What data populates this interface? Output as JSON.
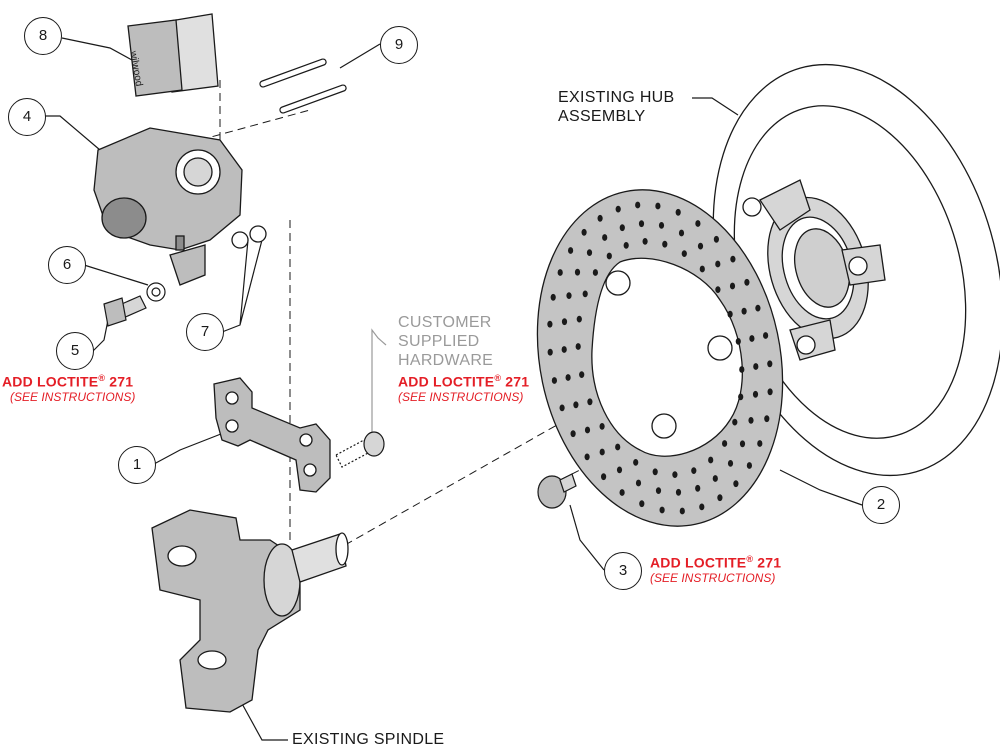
{
  "callouts": [
    {
      "id": "1",
      "number": "1"
    },
    {
      "id": "2",
      "number": "2"
    },
    {
      "id": "3",
      "number": "3"
    },
    {
      "id": "4",
      "number": "4"
    },
    {
      "id": "5",
      "number": "5"
    },
    {
      "id": "6",
      "number": "6"
    },
    {
      "id": "7",
      "number": "7"
    },
    {
      "id": "8",
      "number": "8"
    },
    {
      "id": "9",
      "number": "9"
    }
  ],
  "labels": {
    "hub_line1": "EXISTING HUB",
    "hub_line2": "ASSEMBLY",
    "customer_line1": "CUSTOMER",
    "customer_line2": "SUPPLIED",
    "customer_line3": "HARDWARE",
    "spindle": "EXISTING SPINDLE"
  },
  "notes": {
    "loctite_prefix": "ADD LOCTITE",
    "loctite_mark": "®",
    "loctite_suffix": " 271",
    "see_instructions": "(SEE INSTRUCTIONS)"
  },
  "colors": {
    "accent_red": "#e41e26",
    "part_gray": "#bdbdbd",
    "line_dark": "#1a1a1a",
    "text_gray": "#9a9a9a"
  }
}
